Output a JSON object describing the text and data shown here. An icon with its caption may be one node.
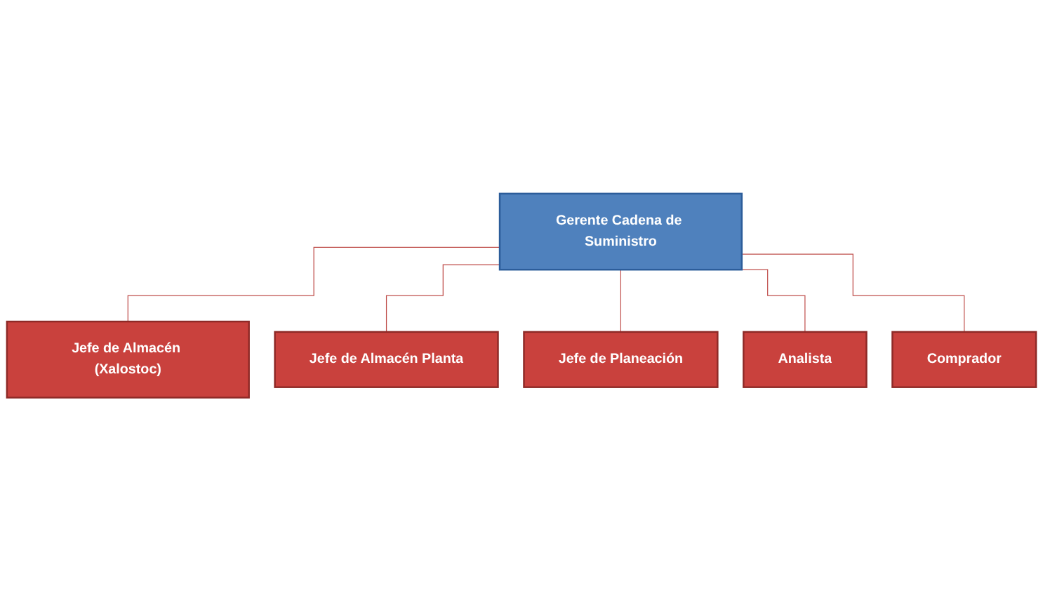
{
  "diagram": {
    "nodes": [
      {
        "text": [
          "Gerente Cadena de Suministro"
        ]
      },
      {
        "text": [
          "Jefe de Almacén (Xalostoc)"
        ]
      },
      {
        "text": [
          "Jefe de Almacén Planta"
        ]
      },
      {
        "text": [
          "Jefe de Planeación"
        ]
      },
      {
        "text": [
          "Analista"
        ]
      },
      {
        "text": [
          "Comprador"
        ]
      }
    ],
    "edges": [
      {
        "from": 0,
        "to": 1,
        "arrow": "none"
      },
      {
        "from": 0,
        "to": 2,
        "arrow": "none"
      },
      {
        "from": 0,
        "to": 3,
        "arrow": "none"
      },
      {
        "from": 0,
        "to": 4,
        "arrow": "none"
      },
      {
        "from": 0,
        "to": 5,
        "arrow": "none"
      }
    ]
  }
}
